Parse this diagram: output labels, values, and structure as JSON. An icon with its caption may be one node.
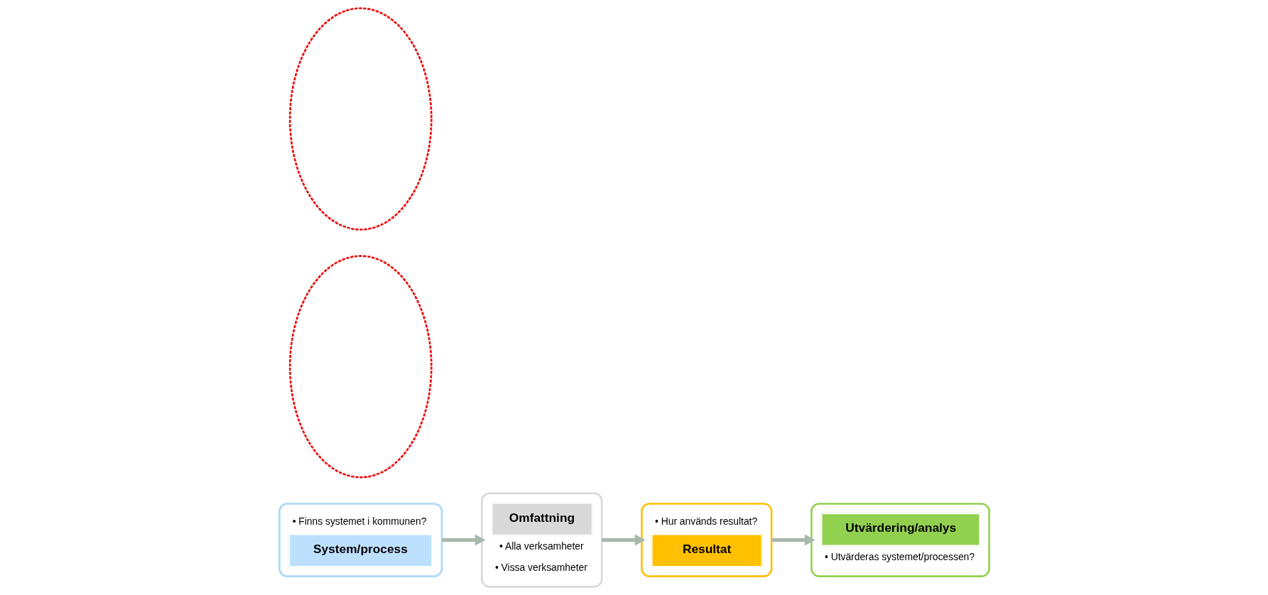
{
  "diagram": {
    "nodes": [
      {
        "text": [
          "• Finns systemet i kommunen?",
          "System/process"
        ]
      },
      {
        "text": [
          "Omfattning",
          "• Alla verksamheter",
          "• Vissa verksamheter"
        ]
      },
      {
        "text": [
          "• Hur används resultat?",
          "Resultat"
        ]
      },
      {
        "text": [
          "Utvärdering/analys",
          "• Utvärderas systemet/processen?"
        ]
      },
      {
        "text": [],
        "shape": "ellipse"
      },
      {
        "text": [],
        "shape": "ellipse"
      }
    ],
    "edges": [
      {
        "from": 0,
        "to": 1,
        "arrow": "to"
      },
      {
        "from": 1,
        "to": 2,
        "arrow": "to"
      },
      {
        "from": 2,
        "to": 3,
        "arrow": "to"
      }
    ]
  }
}
